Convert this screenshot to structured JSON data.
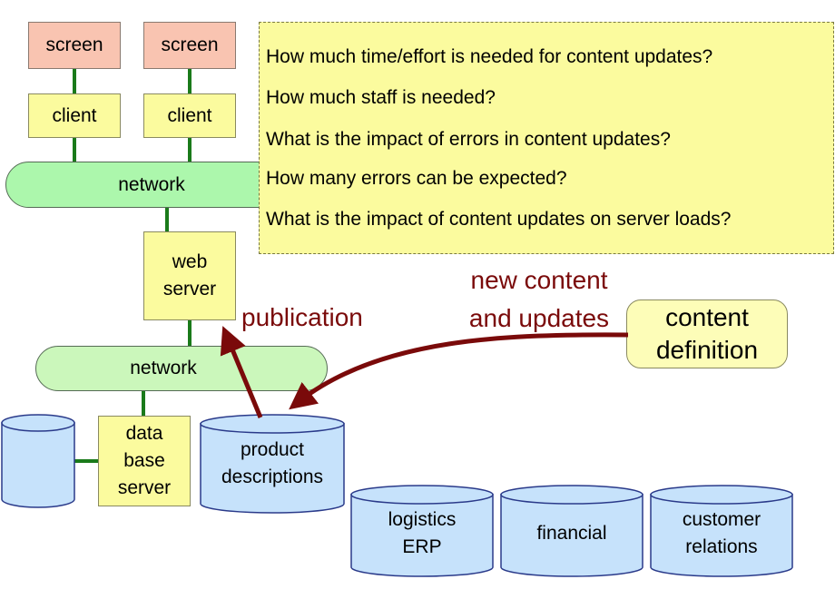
{
  "screens": [
    "screen",
    "screen"
  ],
  "clients": [
    "client",
    "client"
  ],
  "network_top": "network",
  "web_server": {
    "line1": "web",
    "line2": "server"
  },
  "network_bottom": "network",
  "db_server": {
    "line1": "data",
    "line2": "base",
    "line3": "server"
  },
  "product_db": {
    "line1": "product",
    "line2": "descriptions"
  },
  "other_dbs": [
    {
      "line1": "logistics",
      "line2": "ERP"
    },
    {
      "line1": "financial",
      "line2": ""
    },
    {
      "line1": "customer",
      "line2": "relations"
    }
  ],
  "questions": [
    "How much time/effort is needed for content updates?",
    "How much staff is needed?",
    "What is the impact of errors in content updates?",
    "How many errors can be expected?",
    "What is the impact of content updates on server loads?"
  ],
  "publication_label": "publication",
  "new_content_label": {
    "line1": "new content",
    "line2": "and updates"
  },
  "content_definition": {
    "line1": "content",
    "line2": "definition"
  },
  "colors": {
    "arrow": "#7a0a0a",
    "connector": "#1a7a1a",
    "cylinder_fill": "#c6e2fb",
    "cylinder_stroke": "#2a3a8a"
  }
}
